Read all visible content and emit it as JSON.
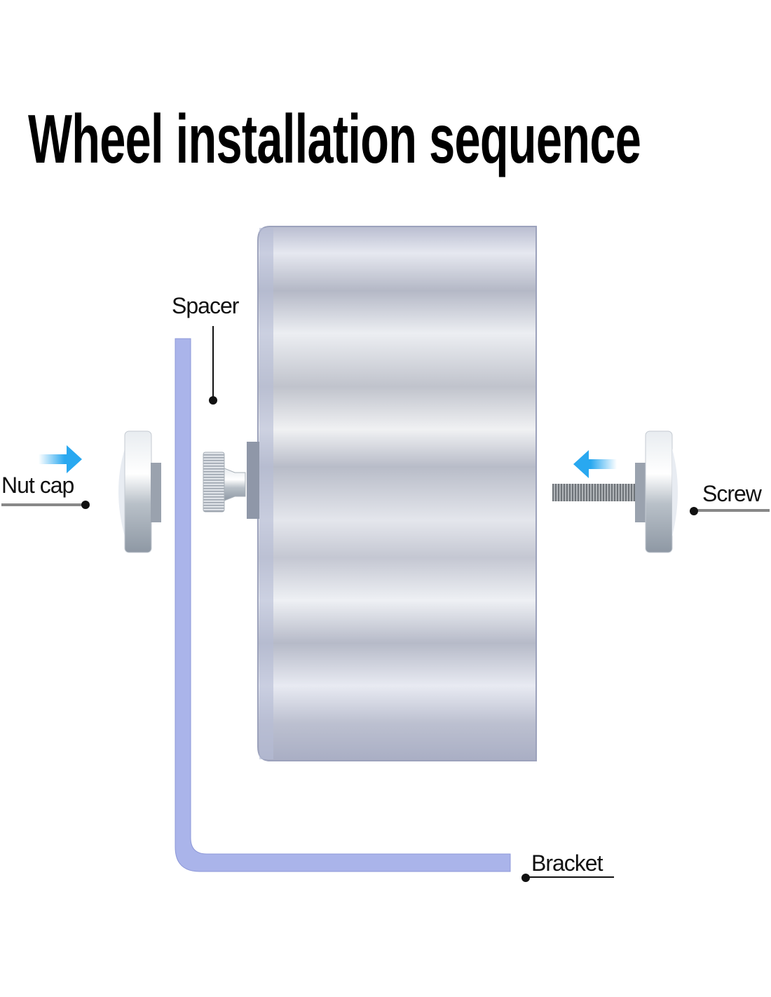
{
  "title": "Wheel installation sequence",
  "labels": {
    "spacer": "Spacer",
    "nut_cap": "Nut cap",
    "screw": "Screw",
    "bracket": "Bracket"
  },
  "colors": {
    "arrow": "#29a8f0",
    "bracket": "#aab4ea",
    "wheel": "#c9ccd8"
  }
}
